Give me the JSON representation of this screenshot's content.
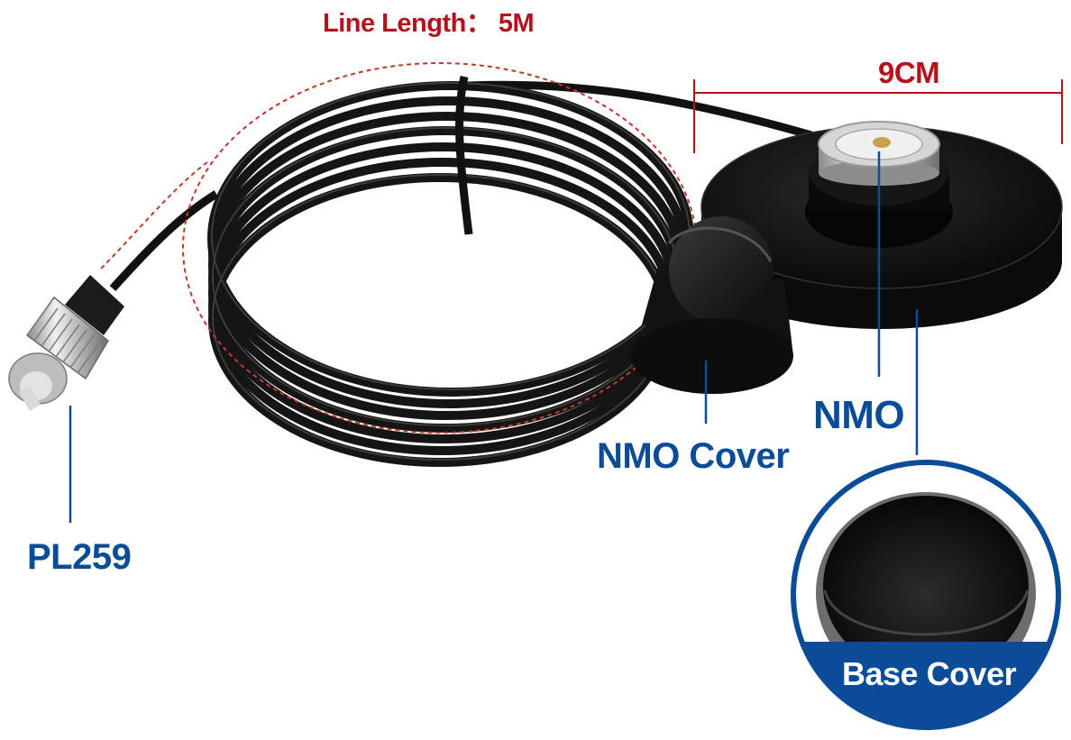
{
  "labels": {
    "line_length": "Line Length： 5M",
    "width_dimension": "9CM",
    "nmo": "NMO",
    "nmo_cover": "NMO Cover",
    "pl259": "PL259",
    "base_cover": "Base Cover"
  },
  "colors": {
    "accent_red": "#b5121b",
    "callout_blue": "#0a4c98",
    "cable_black": "#111111",
    "chrome": "#c9c9c9"
  }
}
